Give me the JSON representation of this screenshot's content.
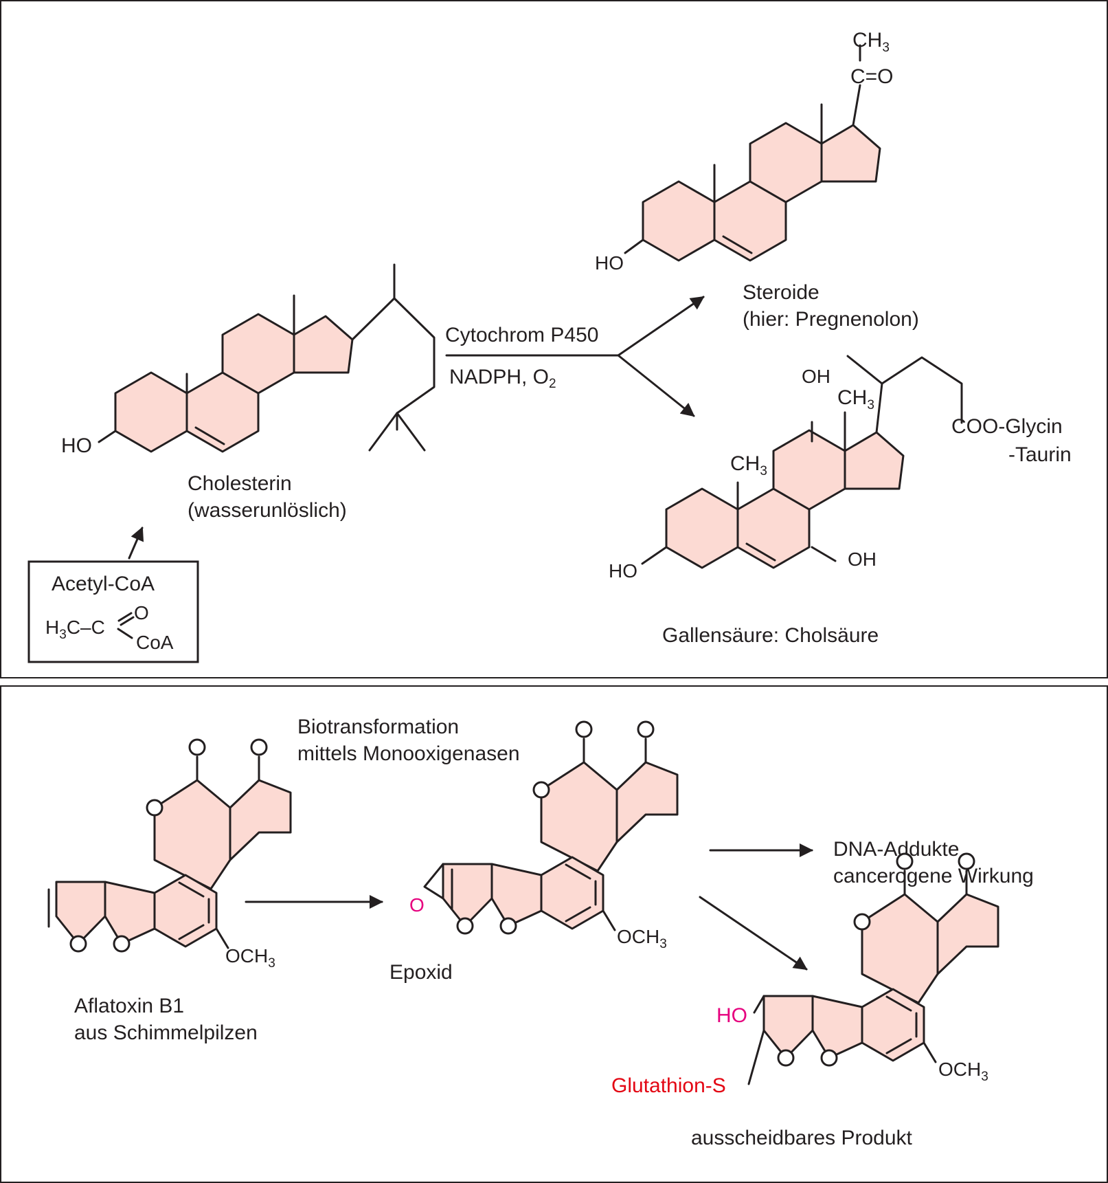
{
  "colors": {
    "ring_fill": "#fcdad3",
    "line": "#231f20",
    "hydroxyl_magenta": "#e6007e",
    "glutathione_red": "#e30613"
  },
  "top_panel": {
    "cholesterin": {
      "atom_ho": "HO",
      "label_line1": "Cholesterin",
      "label_line2": "(wasserunlöslich)"
    },
    "acetyl_coa": {
      "title": "Acetyl-CoA",
      "formula_h": "H",
      "formula_h_sub": "3",
      "formula_rest": "C–C",
      "atom_o": "O",
      "atom_coa": "CoA"
    },
    "reaction": {
      "above": "Cytochrom P450",
      "below_main": "NADPH, O",
      "below_sub": "2"
    },
    "steroide": {
      "ch3_main": "CH",
      "ch3_sub": "3",
      "carbonyl": "C=O",
      "atom_ho": "HO",
      "label_line1": "Steroide",
      "label_line2": "(hier: Pregnenolon)"
    },
    "gallensaeure": {
      "atom_oh_top": "OH",
      "ch3_upper_main": "CH",
      "ch3_upper_sub": "3",
      "ch3_lower_main": "CH",
      "ch3_lower_sub": "3",
      "atom_ho": "HO",
      "atom_oh_right": "OH",
      "side_line1": "COO-Glycin",
      "side_line2": "-Taurin",
      "label": "Gallensäure: Cholsäure"
    }
  },
  "bottom_panel": {
    "title_line1": "Biotransformation",
    "title_line2": "mittels Monooxigenasen",
    "aflatoxin": {
      "atom_o": "O",
      "och3_main": "OCH",
      "och3_sub": "3",
      "label_line1": "Aflatoxin B1",
      "label_line2": "aus Schimmelpilzen"
    },
    "epoxid": {
      "atom_o": "O",
      "epoxide_o": "O",
      "och3_main": "OCH",
      "och3_sub": "3",
      "label": "Epoxid"
    },
    "dna": {
      "line1": "DNA-Addukte",
      "line2": "cancerogene Wirkung"
    },
    "produkt": {
      "atom_o": "O",
      "ho": "HO",
      "glutathion": "Glutathion-S",
      "och3_main": "OCH",
      "och3_sub": "3",
      "label": "ausscheidbares Produkt"
    }
  }
}
